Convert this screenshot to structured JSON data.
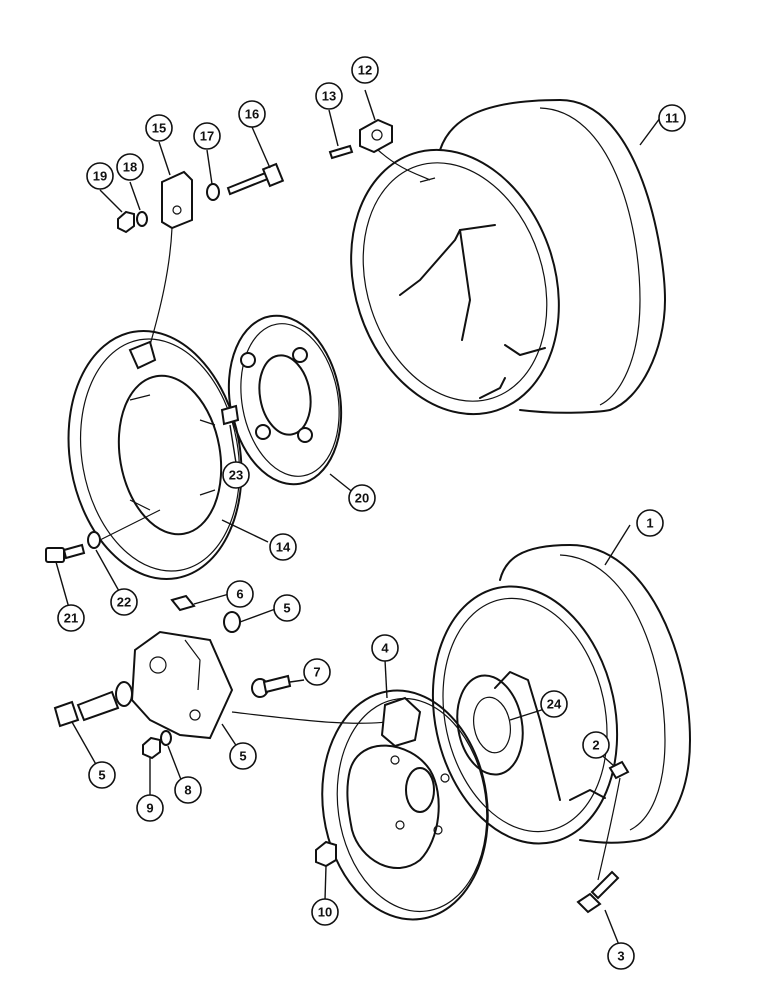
{
  "callouts": [
    {
      "id": "1",
      "label": "1"
    },
    {
      "id": "2",
      "label": "2"
    },
    {
      "id": "3",
      "label": "3"
    },
    {
      "id": "4",
      "label": "4"
    },
    {
      "id": "5a",
      "label": "5"
    },
    {
      "id": "5b",
      "label": "5"
    },
    {
      "id": "5c",
      "label": "5"
    },
    {
      "id": "6",
      "label": "6"
    },
    {
      "id": "7",
      "label": "7"
    },
    {
      "id": "8",
      "label": "8"
    },
    {
      "id": "9",
      "label": "9"
    },
    {
      "id": "10",
      "label": "10"
    },
    {
      "id": "11",
      "label": "11"
    },
    {
      "id": "12",
      "label": "12"
    },
    {
      "id": "13",
      "label": "13"
    },
    {
      "id": "14",
      "label": "14"
    },
    {
      "id": "15",
      "label": "15"
    },
    {
      "id": "16",
      "label": "16"
    },
    {
      "id": "17",
      "label": "17"
    },
    {
      "id": "18",
      "label": "18"
    },
    {
      "id": "19",
      "label": "19"
    },
    {
      "id": "20",
      "label": "20"
    },
    {
      "id": "21",
      "label": "21"
    },
    {
      "id": "22",
      "label": "22"
    },
    {
      "id": "23",
      "label": "23"
    },
    {
      "id": "24",
      "label": "24"
    }
  ]
}
